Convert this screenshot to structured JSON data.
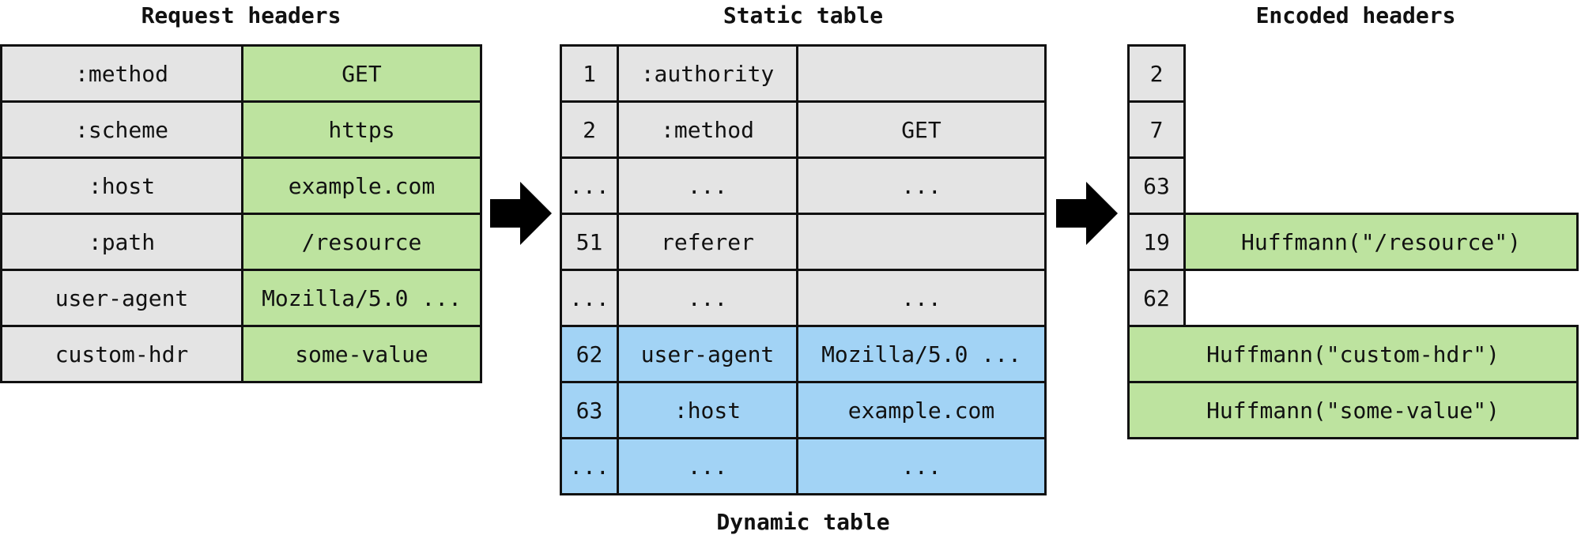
{
  "titles": {
    "request": "Request headers",
    "static": "Static table",
    "encoded": "Encoded headers",
    "dynamic": "Dynamic table"
  },
  "request_headers": [
    {
      "name": ":method",
      "value": "GET"
    },
    {
      "name": ":scheme",
      "value": "https"
    },
    {
      "name": ":host",
      "value": "example.com"
    },
    {
      "name": ":path",
      "value": "/resource"
    },
    {
      "name": "user-agent",
      "value": "Mozilla/5.0 ..."
    },
    {
      "name": "custom-hdr",
      "value": "some-value"
    }
  ],
  "table_rows": [
    {
      "index": "1",
      "name": ":authority",
      "value": "",
      "kind": "static"
    },
    {
      "index": "2",
      "name": ":method",
      "value": "GET",
      "kind": "static"
    },
    {
      "index": "...",
      "name": "...",
      "value": "...",
      "kind": "static"
    },
    {
      "index": "51",
      "name": "referer",
      "value": "",
      "kind": "static"
    },
    {
      "index": "...",
      "name": "...",
      "value": "...",
      "kind": "static"
    },
    {
      "index": "62",
      "name": "user-agent",
      "value": "Mozilla/5.0 ...",
      "kind": "dynamic"
    },
    {
      "index": "63",
      "name": ":host",
      "value": "example.com",
      "kind": "dynamic"
    },
    {
      "index": "...",
      "name": "...",
      "value": "...",
      "kind": "dynamic"
    }
  ],
  "encoded": [
    {
      "index": "2"
    },
    {
      "index": "7"
    },
    {
      "index": "63"
    },
    {
      "index": "19",
      "literal": "Huffmann(\"/resource\")"
    },
    {
      "index": "62"
    },
    {
      "full": "Huffmann(\"custom-hdr\")"
    },
    {
      "full": "Huffmann(\"some-value\")"
    }
  ],
  "colors": {
    "header_gray": "#e4e4e4",
    "literal_green": "#bde39f",
    "dynamic_blue": "#a2d3f5",
    "border": "#111111"
  }
}
